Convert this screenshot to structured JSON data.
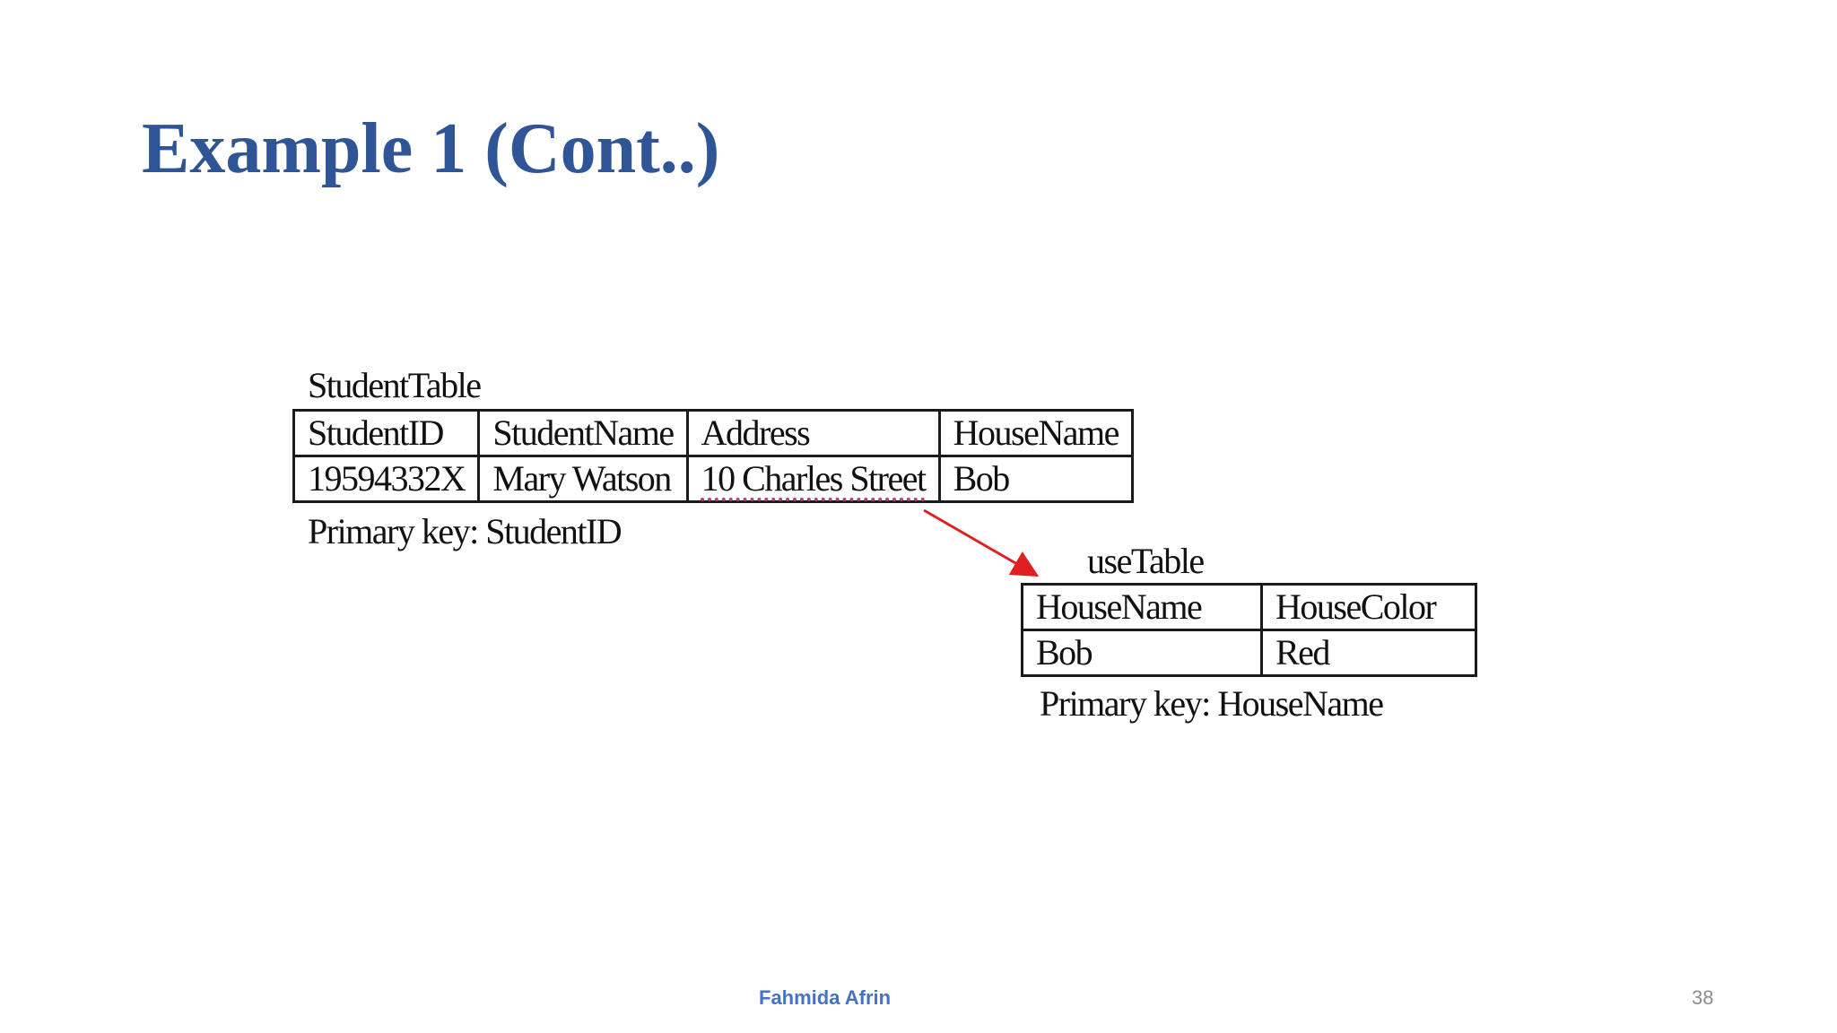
{
  "slide": {
    "title": "Example 1 (Cont..)",
    "footer": "Fahmida Afrin",
    "page_number": "38"
  },
  "student_table": {
    "caption": "StudentTable",
    "headers": [
      "StudentID",
      "StudentName",
      "Address",
      "HouseName"
    ],
    "rows": [
      [
        "19594332X",
        "Mary Watson",
        "10 Charles Street",
        "Bob"
      ]
    ],
    "primary_key": "Primary key: StudentID"
  },
  "house_table": {
    "caption": "useTable",
    "headers": [
      "HouseName",
      "HouseColor"
    ],
    "rows": [
      [
        "Bob",
        "Red"
      ]
    ],
    "primary_key": "Primary key: HouseName"
  },
  "colors": {
    "title": "#2F5597",
    "footer": "#4472C4",
    "arrow": "#E02020"
  }
}
